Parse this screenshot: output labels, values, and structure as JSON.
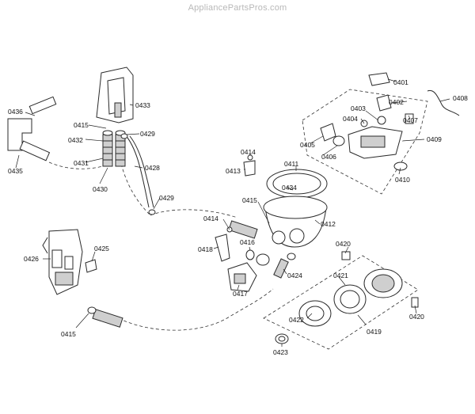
{
  "watermark": "AppliancePartsPros.com",
  "parts": [
    {
      "id": "p0401",
      "number": "0401"
    },
    {
      "id": "p0402",
      "number": "0402"
    },
    {
      "id": "p0403",
      "number": "0403"
    },
    {
      "id": "p0404",
      "number": "0404"
    },
    {
      "id": "p0405",
      "number": "0405"
    },
    {
      "id": "p0406",
      "number": "0406"
    },
    {
      "id": "p0407",
      "number": "0407"
    },
    {
      "id": "p0408",
      "number": "0408"
    },
    {
      "id": "p0409",
      "number": "0409"
    },
    {
      "id": "p0410",
      "number": "0410"
    },
    {
      "id": "p0411",
      "number": "0411"
    },
    {
      "id": "p0412",
      "number": "0412"
    },
    {
      "id": "p0413",
      "number": "0413"
    },
    {
      "id": "p0414a",
      "number": "0414"
    },
    {
      "id": "p0414b",
      "number": "0414"
    },
    {
      "id": "p0415a",
      "number": "0415"
    },
    {
      "id": "p0415b",
      "number": "0415"
    },
    {
      "id": "p0415c",
      "number": "0415"
    },
    {
      "id": "p0416",
      "number": "0416"
    },
    {
      "id": "p0417",
      "number": "0417"
    },
    {
      "id": "p0418",
      "number": "0418"
    },
    {
      "id": "p0419",
      "number": "0419"
    },
    {
      "id": "p0420a",
      "number": "0420"
    },
    {
      "id": "p0420b",
      "number": "0420"
    },
    {
      "id": "p0421",
      "number": "0421"
    },
    {
      "id": "p0422",
      "number": "0422"
    },
    {
      "id": "p0423",
      "number": "0423"
    },
    {
      "id": "p0424",
      "number": "0424"
    },
    {
      "id": "p0425",
      "number": "0425"
    },
    {
      "id": "p0426",
      "number": "0426"
    },
    {
      "id": "p0428",
      "number": "0428"
    },
    {
      "id": "p0429a",
      "number": "0429"
    },
    {
      "id": "p0429b",
      "number": "0429"
    },
    {
      "id": "p0430",
      "number": "0430"
    },
    {
      "id": "p0431",
      "number": "0431"
    },
    {
      "id": "p0432",
      "number": "0432"
    },
    {
      "id": "p0433",
      "number": "0433"
    },
    {
      "id": "p0434",
      "number": "0434"
    },
    {
      "id": "p0435",
      "number": "0435"
    },
    {
      "id": "p0436",
      "number": "0436"
    }
  ]
}
